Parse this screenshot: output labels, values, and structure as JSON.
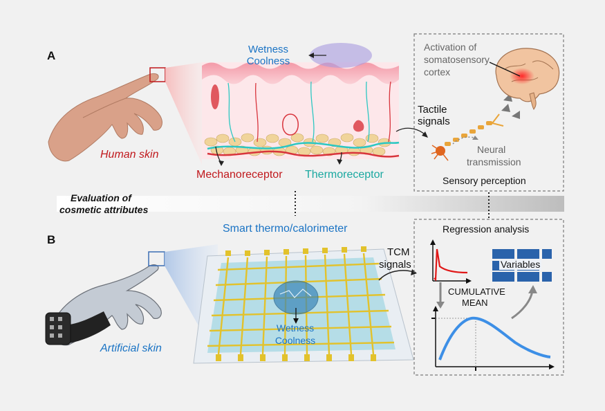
{
  "panels": {
    "a": {
      "letter": "A",
      "wetness": "Wetness",
      "coolness": "Coolness",
      "human_skin": "Human skin",
      "mechanoreceptor": "Mechanoreceptor",
      "thermoreceptor": "Thermoreceptor",
      "tactile_line1": "Tactile",
      "tactile_line2": "signals",
      "neural_line1": "Neural",
      "neural_line2": "transmission",
      "activation_line1": "Activation of",
      "activation_line2": "somatosensory",
      "activation_line3": "cortex",
      "sensory_perception": "Sensory perception"
    },
    "middle": {
      "eval_line1": "Evaluation of",
      "eval_line2": "cosmetic attributes"
    },
    "b": {
      "letter": "B",
      "smart_title": "Smart thermo/calorimeter",
      "artificial_skin": "Artificial skin",
      "tcm_line1": "TCM",
      "tcm_line2": "signals",
      "wetness": "Wetness",
      "coolness": "Coolness",
      "regression": "Regression analysis",
      "cumulative": "CUMULATIVE",
      "mean": "MEAN",
      "variables": "Variables"
    }
  },
  "colors": {
    "red_label": "#c0181c",
    "blue_label": "#1a73c4",
    "teal_label": "#1aa8a0",
    "gray_text": "#666666",
    "curve_blue": "#3d8fe6",
    "curve_red": "#e01818"
  }
}
